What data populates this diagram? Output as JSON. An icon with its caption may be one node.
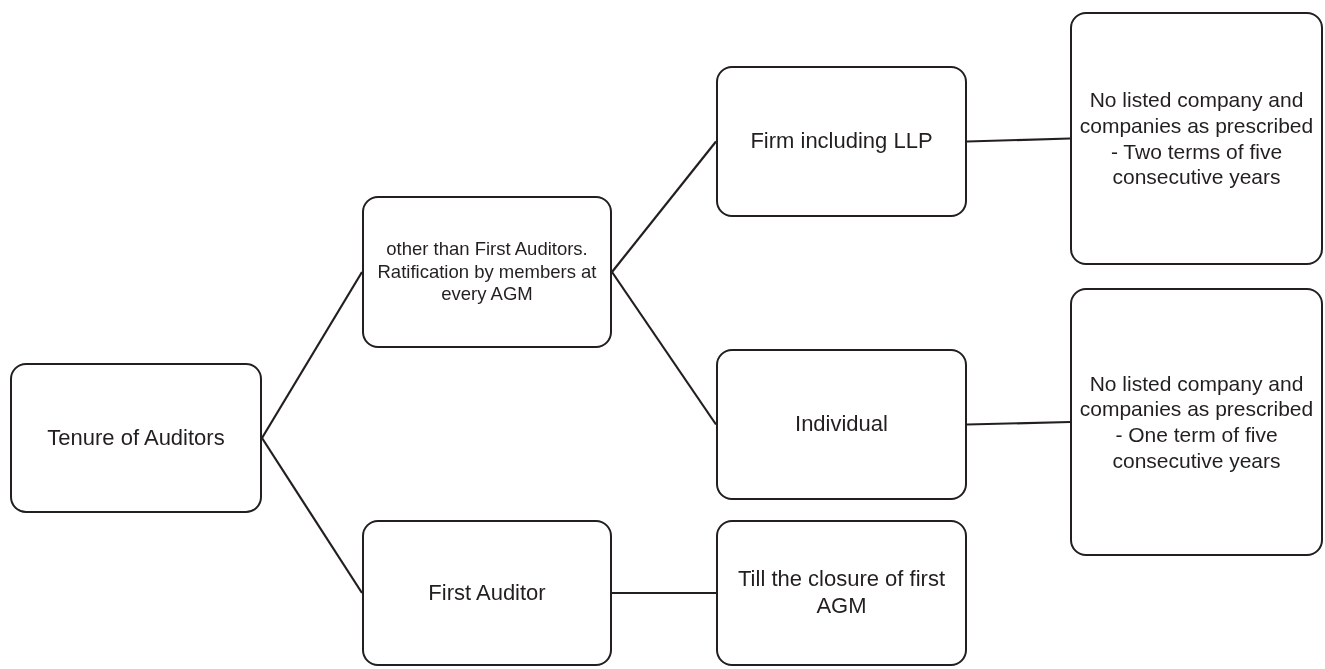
{
  "diagram": {
    "nodes": [
      {
        "text": [
          "Tenure of Auditors"
        ]
      },
      {
        "text": [
          "other than First Auditors. Ratification by members at every AGM"
        ]
      },
      {
        "text": [
          "First Auditor"
        ]
      },
      {
        "text": [
          "Firm including LLP"
        ]
      },
      {
        "text": [
          "Individual"
        ]
      },
      {
        "text": [
          "Till the closure of first AGM"
        ]
      },
      {
        "text": [
          "No listed company and companies as prescribed - Two terms of five consecutive years"
        ]
      },
      {
        "text": [
          "No listed company and companies as prescribed - One term of five consecutive years"
        ]
      }
    ],
    "edges": [
      {
        "from": 0,
        "to": 1,
        "arrow": "none"
      },
      {
        "from": 0,
        "to": 2,
        "arrow": "none"
      },
      {
        "from": 1,
        "to": 3,
        "arrow": "none"
      },
      {
        "from": 1,
        "to": 4,
        "arrow": "none"
      },
      {
        "from": 2,
        "to": 5,
        "arrow": "none"
      },
      {
        "from": 3,
        "to": 6,
        "arrow": "none"
      },
      {
        "from": 4,
        "to": 7,
        "arrow": "none"
      }
    ]
  }
}
